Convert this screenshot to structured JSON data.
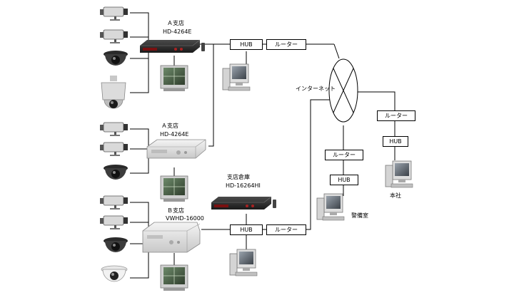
{
  "branch_a1": {
    "name": "Ａ支店",
    "model": "HD-4264E"
  },
  "branch_a2": {
    "name": "Ａ支店",
    "model": "HD-4264E"
  },
  "branch_b": {
    "name": "Ｂ支店",
    "model": "VWHD-16000"
  },
  "warehouse": {
    "name": "支店倉庫",
    "model": "HD-16264HI"
  },
  "hub_label": "HUB",
  "router_label": "ルーター",
  "internet_label": "インターネット",
  "security_label": "警備室",
  "headquarters_label": "本社",
  "icons": [
    "box-camera-icon",
    "dome-camera-icon",
    "ptz-camera-icon",
    "dvr-recorder-icon",
    "crt-monitor-icon",
    "desktop-pc-icon",
    "internet-cloud-icon"
  ]
}
